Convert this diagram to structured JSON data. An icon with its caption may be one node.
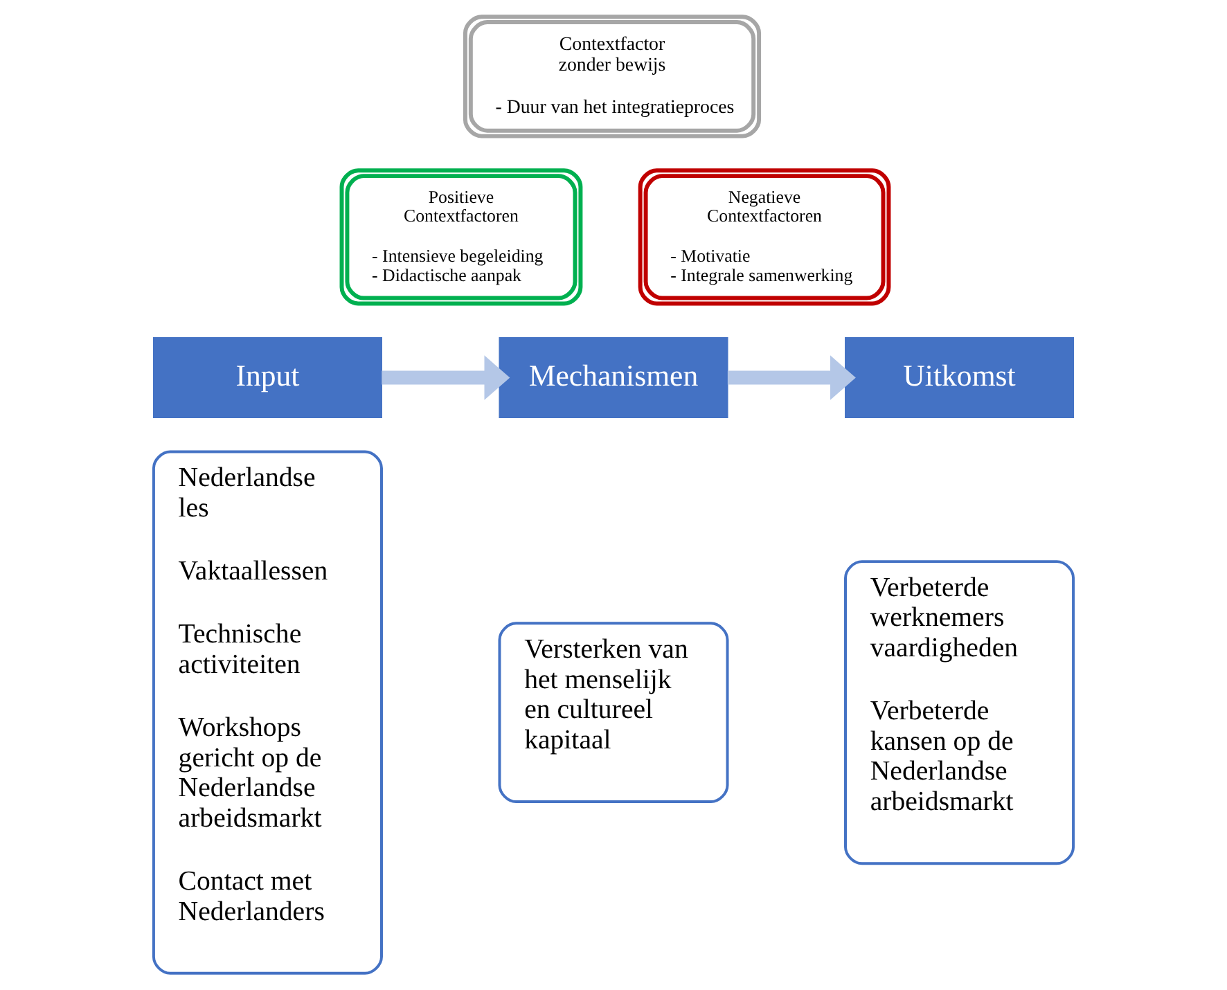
{
  "diagram": {
    "nodes": [
      {
        "text": [
          "Contextfactor zonder bewijs",
          "- Duur van het integratieproces"
        ]
      },
      {
        "text": [
          "Positieve Contextfactoren",
          "- Intensieve begeleiding",
          "- Didactische aanpak"
        ]
      },
      {
        "text": [
          "Negatieve Contextfactoren",
          "- Motivatie",
          "- Integrale samenwerking"
        ]
      },
      {
        "text": [
          "Input"
        ]
      },
      {
        "text": [
          "Nederlandse les",
          "Vaktaallessen",
          "Technische activiteiten",
          "Workshops gericht op de Nederlandse arbeidsmarkt",
          "Contact met Nederlanders"
        ]
      },
      {
        "text": [
          "Mechanismen"
        ]
      },
      {
        "text": [
          "Versterken van het menselijk en cultureel kapitaal"
        ]
      },
      {
        "text": [
          "Uitkomst"
        ]
      },
      {
        "text": [
          "Verbeterde werknemers vaardigheden",
          "Verbeterde kansen op de Nederlandse arbeidsmarkt"
        ]
      }
    ],
    "edges": [
      {
        "from": 3,
        "to": 5,
        "arrow": "to",
        "color": "#b4c7e7"
      },
      {
        "from": 5,
        "to": 7,
        "arrow": "to",
        "color": "#b4c7e7"
      }
    ]
  }
}
